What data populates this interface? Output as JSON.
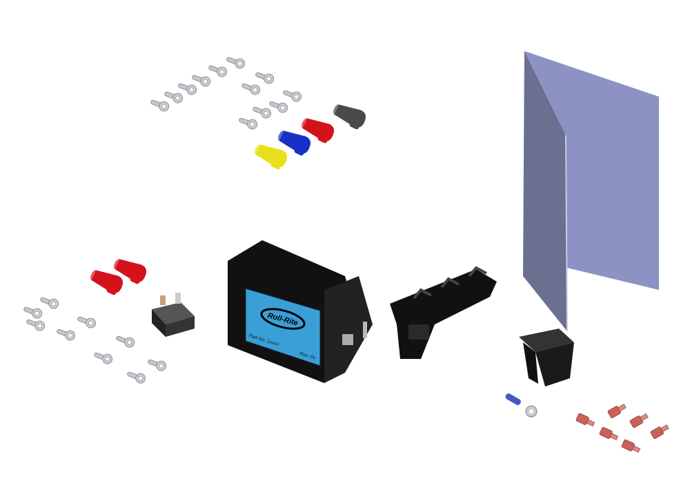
{
  "logo": {
    "text": "Roll-Rite",
    "part_label": "Part No. 1xxxx",
    "rev_label": "Rev. 0x"
  },
  "colors": {
    "terminal": "#b9bcc2",
    "cap_red": "#d4121c",
    "cap_blue": "#1830c8",
    "cap_yellow": "#e8e01a",
    "cap_gray": "#4a4a4c",
    "housing": "#111111",
    "label_blue": "#3a9fd6",
    "panel": "#8d92c4",
    "panel_side": "#6b6f90",
    "connector": "#c9625a"
  }
}
